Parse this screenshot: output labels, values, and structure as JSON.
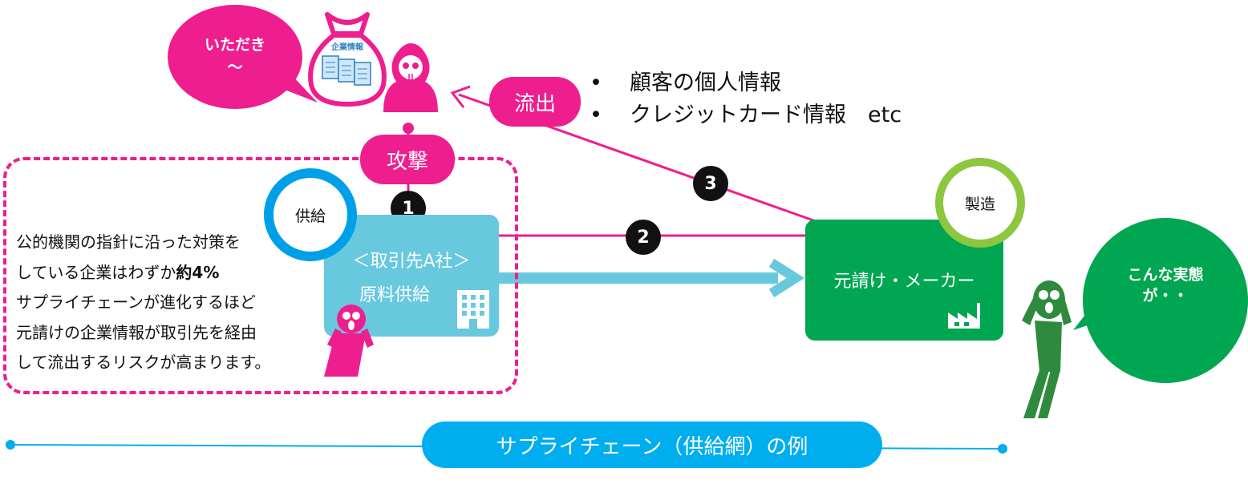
{
  "hacker_bubble": {
    "line1": "いただき",
    "line2": "〜"
  },
  "money_bag_label": "企業情報",
  "leak_label": "流出",
  "attack_label": "攻撃",
  "leaked_items": [
    {
      "bullet": "•",
      "text": "顧客の個人情報"
    },
    {
      "bullet": "•",
      "text": "クレジットカード情報　etc"
    }
  ],
  "steps": [
    "1",
    "2",
    "3"
  ],
  "description_lines": [
    {
      "text": "公的機関の指針に沿った対策を",
      "bold": ""
    },
    {
      "text": "している企業はわずか",
      "bold": "約4%"
    },
    {
      "text": "サプライチェーンが進化するほど",
      "bold": ""
    },
    {
      "text": "元請けの企業情報が取引先を経由",
      "bold": ""
    },
    {
      "text": "して流出するリスクが高まります。",
      "bold": ""
    }
  ],
  "supplier": {
    "badge": "供給",
    "name": "＜取引先A社＞",
    "role": "原料供給"
  },
  "maker": {
    "badge": "製造",
    "name": "元請け・メーカー"
  },
  "victim_bubble": {
    "line1": "こんな実態",
    "line2": "が・・"
  },
  "footer": {
    "label": "サプライチェーン（供給網）の例"
  },
  "colors": {
    "pink": "#ee1e8e",
    "supplier": "#68c8de",
    "maker": "#00a651",
    "supplier_ring": "#00a0e9",
    "maker_ring": "#8dc63f",
    "footer": "#00aeef"
  }
}
